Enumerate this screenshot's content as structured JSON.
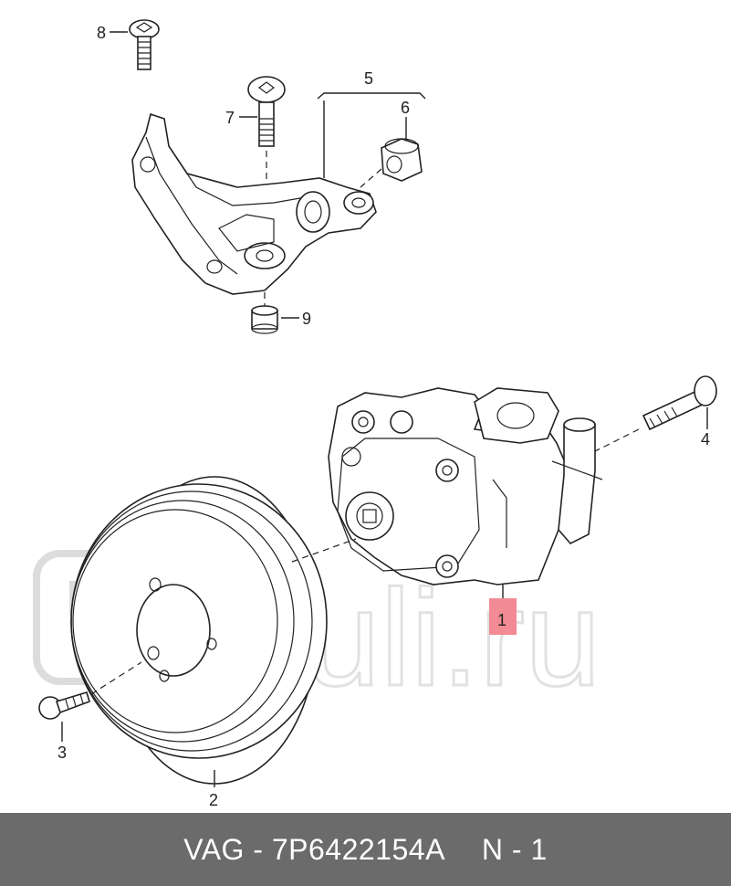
{
  "watermark": {
    "text": "Ruli.ru"
  },
  "callouts": [
    {
      "id": "1",
      "label": "1",
      "highlighted": true
    },
    {
      "id": "2",
      "label": "2"
    },
    {
      "id": "3",
      "label": "3"
    },
    {
      "id": "4",
      "label": "4"
    },
    {
      "id": "5",
      "label": "5"
    },
    {
      "id": "6",
      "label": "6"
    },
    {
      "id": "7",
      "label": "7"
    },
    {
      "id": "8",
      "label": "8"
    },
    {
      "id": "9",
      "label": "9"
    }
  ],
  "footer": {
    "part_label": "VAG - 7P6422154A",
    "qty_label": "N - 1"
  },
  "colors": {
    "footer_bg": "#6b6b6b",
    "highlight": "#f28b94",
    "watermark": "#d9d9d9"
  }
}
